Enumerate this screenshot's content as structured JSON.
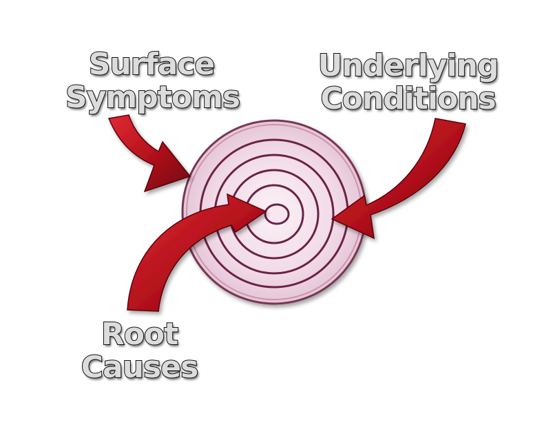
{
  "labels": {
    "surface": {
      "line1": "Surface",
      "line2": "Symptoms"
    },
    "underlying": {
      "line1": "Underlying",
      "line2": "Conditions"
    },
    "root": {
      "line1": "Root",
      "line2": "Causes"
    }
  },
  "colors": {
    "arrow": "#b0101a",
    "arrow_dark": "#5a0008",
    "onion_fill": "#f1dbe7",
    "onion_ring": "#6b2144",
    "label_fill": "#dcdcdc",
    "label_outline": "#111111"
  },
  "icons": {
    "onion": "onion-slice-icon",
    "arrow": "curved-arrow-icon"
  }
}
